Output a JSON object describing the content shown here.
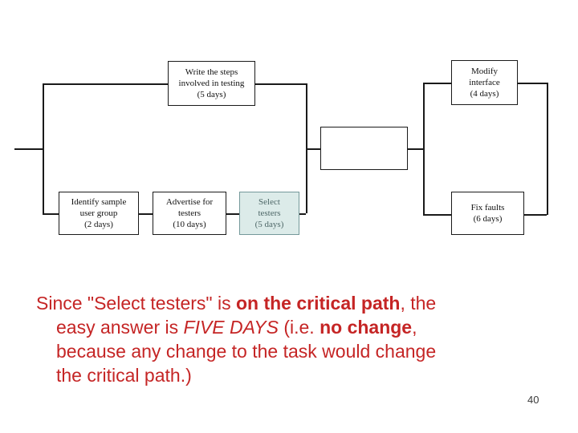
{
  "slide": {
    "background": "#ffffff",
    "page_number": "40"
  },
  "diagram": {
    "highlight_color": "#dcebe9",
    "line_color": "#1a1a1a",
    "boxes": {
      "write_steps": {
        "lines": [
          "Write the steps",
          "involved in testing",
          "(5 days)"
        ]
      },
      "modify_interface": {
        "lines": [
          "Modify",
          "interface",
          "(4 days)"
        ]
      },
      "identify_sample": {
        "lines": [
          "Identify sample",
          "user group",
          "(2 days)"
        ]
      },
      "advertise": {
        "lines": [
          "Advertise for",
          "testers",
          "(10 days)"
        ]
      },
      "select_testers": {
        "lines": [
          "Select",
          "testers",
          "(5 days)"
        ],
        "highlighted": true
      },
      "fix_faults": {
        "lines": [
          "Fix faults",
          "(6 days)"
        ]
      }
    }
  },
  "answer": {
    "color": "#c52525",
    "lines": [
      [
        {
          "text": "Since \"Select testers\" is ",
          "style": "normal"
        },
        {
          "text": "on the critical path",
          "style": "bold"
        },
        {
          "text": ", the",
          "style": "normal"
        }
      ],
      [
        {
          "text": "easy answer is ",
          "style": "normal"
        },
        {
          "text": "FIVE DAYS",
          "style": "italic"
        },
        {
          "text": " (i.e. ",
          "style": "normal"
        },
        {
          "text": "no change",
          "style": "bold"
        },
        {
          "text": ",",
          "style": "normal"
        }
      ],
      [
        {
          "text": "because any change to the task would change",
          "style": "normal"
        }
      ],
      [
        {
          "text": "the critical path.)",
          "style": "normal"
        }
      ]
    ]
  }
}
